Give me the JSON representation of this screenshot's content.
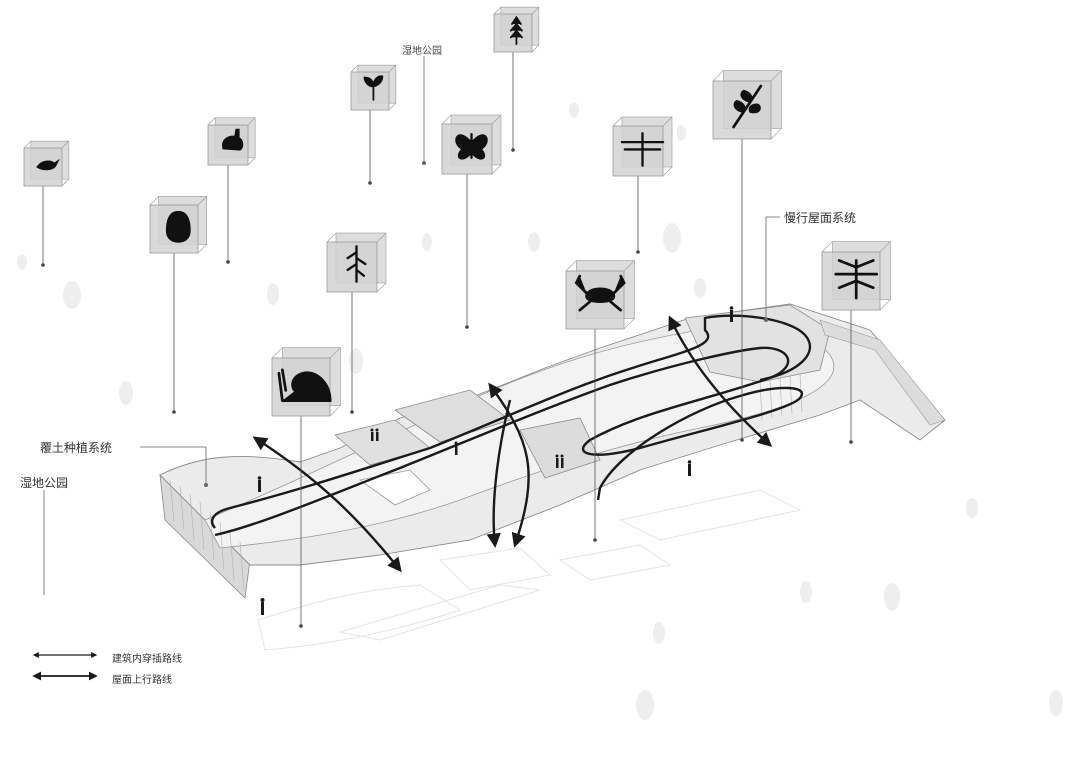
{
  "labels": {
    "wetland_top": "湿地公园",
    "wetland_left": "湿地公园",
    "slow_roof": "慢行屋面系统",
    "soil_planting": "覆土种植系统"
  },
  "legend": {
    "items": [
      {
        "label": "建筑内穿插路线"
      },
      {
        "label": "屋面上行路线"
      }
    ]
  },
  "species": [
    {
      "icon": "bird-icon"
    },
    {
      "icon": "rabbit-icon"
    },
    {
      "icon": "beetle-icon"
    },
    {
      "icon": "plant-sprout-icon"
    },
    {
      "icon": "reed-icon"
    },
    {
      "icon": "butterfly-icon"
    },
    {
      "icon": "small-tree-icon"
    },
    {
      "icon": "snail-icon"
    },
    {
      "icon": "crab-icon"
    },
    {
      "icon": "dragonfly-icon"
    },
    {
      "icon": "wheat-icon"
    },
    {
      "icon": "fern-icon"
    }
  ],
  "colors": {
    "ink": "#1a1a1a",
    "cube": "#cfcfcf",
    "cube_edge": "#9a9a9a",
    "building": "#e6e6e6"
  }
}
